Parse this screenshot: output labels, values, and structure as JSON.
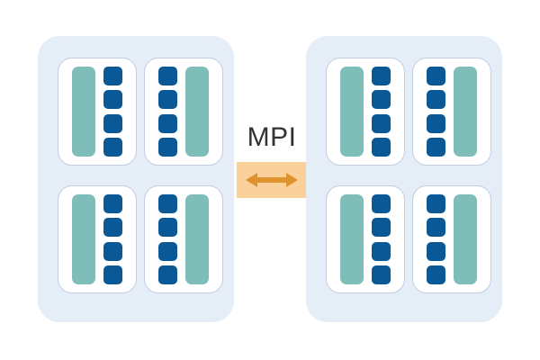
{
  "diagram": {
    "title": "MPI distributed-memory cluster diagram",
    "link": {
      "label": "MPI",
      "arrow_icon": "double-headed-arrow-icon",
      "direction": "bidirectional"
    },
    "colors": {
      "group_background": "#e5edf7",
      "card_background": "#ffffff",
      "card_border": "#c3cde2",
      "memory_bar": "#7fbdb8",
      "core": "#0b5896",
      "link_box": "#fbd19b",
      "link_arrow": "#e0922f",
      "label_text": "#333333",
      "page_background": "#ffffff"
    },
    "groups": [
      {
        "name": "left-node-group",
        "cards": [
          {
            "name": "node-card-top-left",
            "mirrored": false,
            "memory_bars": 1,
            "cores": 4
          },
          {
            "name": "node-card-top-right",
            "mirrored": true,
            "memory_bars": 1,
            "cores": 4
          },
          {
            "name": "node-card-bottom-left",
            "mirrored": false,
            "memory_bars": 1,
            "cores": 4
          },
          {
            "name": "node-card-bottom-right",
            "mirrored": true,
            "memory_bars": 1,
            "cores": 4
          }
        ]
      },
      {
        "name": "right-node-group",
        "cards": [
          {
            "name": "node-card-top-left",
            "mirrored": false,
            "memory_bars": 1,
            "cores": 4
          },
          {
            "name": "node-card-top-right",
            "mirrored": true,
            "memory_bars": 1,
            "cores": 4
          },
          {
            "name": "node-card-bottom-left",
            "mirrored": false,
            "memory_bars": 1,
            "cores": 4
          },
          {
            "name": "node-card-bottom-right",
            "mirrored": true,
            "memory_bars": 1,
            "cores": 4
          }
        ]
      }
    ]
  }
}
